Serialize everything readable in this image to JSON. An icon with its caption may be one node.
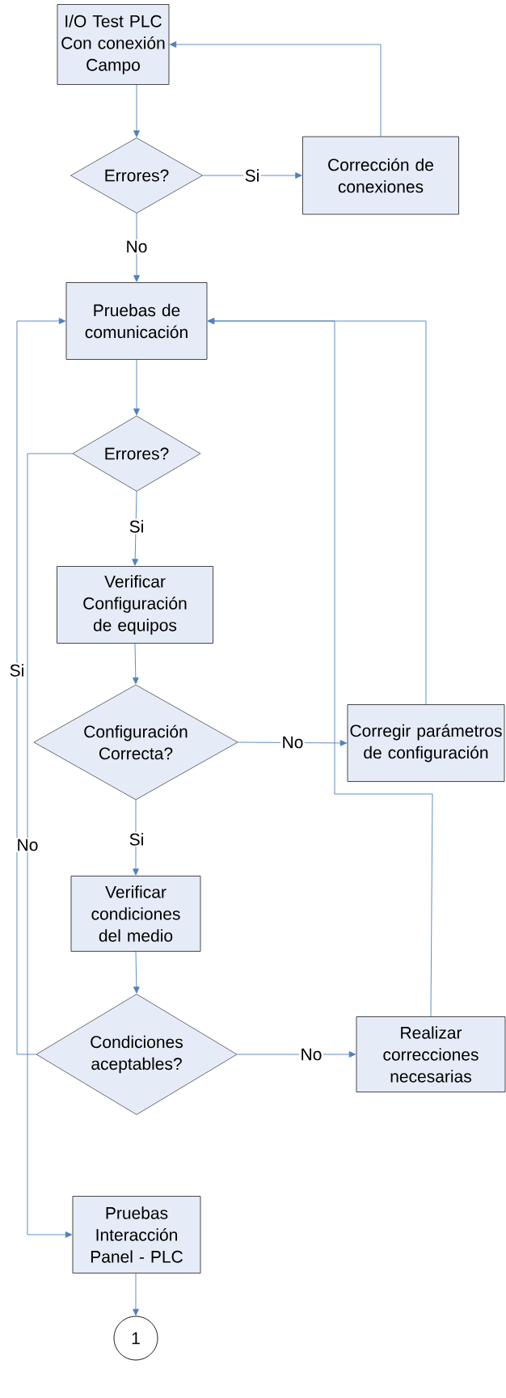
{
  "diagram": {
    "nodes": [
      {
        "text": [
          "I/O Test PLC Con conexión Campo"
        ]
      },
      {
        "text": [
          "Errores?"
        ]
      },
      {
        "text": [
          "Corrección de conexiones"
        ]
      },
      {
        "text": [
          "Pruebas de comunicación"
        ]
      },
      {
        "text": [
          "Errores?"
        ]
      },
      {
        "text": [
          "Verificar Configuración de equipos"
        ]
      },
      {
        "text": [
          "Configuración Correcta?"
        ]
      },
      {
        "text": [
          "Corregir parámetros de configuración"
        ]
      },
      {
        "text": [
          "Verificar condiciones del medio"
        ]
      },
      {
        "text": [
          "Condiciones aceptables?"
        ]
      },
      {
        "text": [
          "Realizar correcciones necesarias"
        ]
      },
      {
        "text": [
          "Pruebas Interacción Panel - PLC"
        ]
      },
      {
        "text": [
          "1"
        ]
      }
    ],
    "edges": [
      {
        "from": 0,
        "to": 1,
        "arrow": "to"
      },
      {
        "from": 1,
        "to": 2,
        "arrow": "to",
        "label": "Si"
      },
      {
        "from": 2,
        "to": 0,
        "arrow": "to"
      },
      {
        "from": 1,
        "to": 3,
        "arrow": "to",
        "label": "No"
      },
      {
        "from": 3,
        "to": 4,
        "arrow": "to"
      },
      {
        "from": 4,
        "to": 5,
        "arrow": "to",
        "label": "Si"
      },
      {
        "from": 4,
        "to": 11,
        "arrow": "to",
        "label": "No"
      },
      {
        "from": 5,
        "to": 6,
        "arrow": "to"
      },
      {
        "from": 6,
        "to": 7,
        "arrow": "to",
        "label": "No"
      },
      {
        "from": 7,
        "to": 3,
        "arrow": "to"
      },
      {
        "from": 6,
        "to": 8,
        "arrow": "to",
        "label": "Si"
      },
      {
        "from": 8,
        "to": 9,
        "arrow": "to"
      },
      {
        "from": 9,
        "to": 10,
        "arrow": "to",
        "label": "No"
      },
      {
        "from": 10,
        "to": 3,
        "arrow": "to"
      },
      {
        "from": 9,
        "to": 3,
        "arrow": "to",
        "label": "Si"
      },
      {
        "from": 11,
        "to": 12,
        "arrow": "to"
      }
    ]
  }
}
